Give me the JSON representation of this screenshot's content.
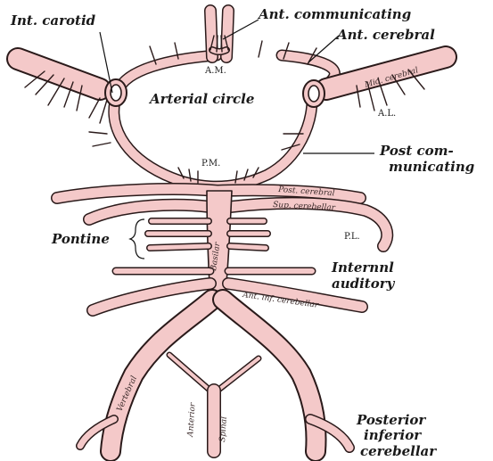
{
  "labels": {
    "int_carotid": "Int. carotid",
    "ant_communicating": "Ant. communicating",
    "ant_cerebral": "Ant. cerebral",
    "mid_cerebral": "Mid. cerebral",
    "am": "A.M.",
    "al": "A.L.",
    "arterial_circle": "Arterial circle",
    "post_communicating_1": "Post com-",
    "post_communicating_2": "municating",
    "pm": "P.M.",
    "post_cerebral": "Post. cerebral",
    "sup_cerebellar": "Sup. cerebellar",
    "pl": "P.L.",
    "pontine": "Pontine",
    "basilar": "Basilar",
    "internal_auditory_1": "Internnl",
    "internal_auditory_2": "auditory",
    "ant_inf_cerebellar": "Ant. inf. cerebellar",
    "vertebral": "Vertebral",
    "anterior": "Anterior",
    "spinal": "Spinal",
    "posterior_inferior_1": "Posterior",
    "posterior_inferior_2": "inferior",
    "posterior_inferior_3": "cerebellar"
  },
  "colors": {
    "vessel_fill": "#f4c9c9",
    "outline": "#2a1a1a",
    "background": "#ffffff"
  }
}
